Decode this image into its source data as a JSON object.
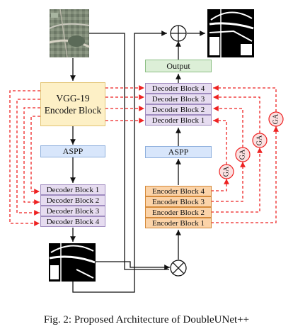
{
  "blocks": {
    "vgg_line1": "VGG-19",
    "vgg_line2": "Encoder Block",
    "aspp_left": "ASPP",
    "aspp_right": "ASPP",
    "output": "Output",
    "left_decoders": [
      "Decoder Block 1",
      "Decoder Block 2",
      "Decoder Block 3",
      "Decoder Block 4"
    ],
    "right_decoders": [
      "Decoder Block 4",
      "Decoder Block 3",
      "Decoder Block 2",
      "Decoder Block 1"
    ],
    "encoders": [
      "Encoder Block 4",
      "Encoder Block 3",
      "Encoder Block 2",
      "Encoder Block 1"
    ],
    "ga_labels": [
      "GA",
      "GA",
      "GA",
      "GA"
    ]
  },
  "caption": "Fig. 2: Proposed Architecture of DoubleUNet++",
  "colors": {
    "skip_connection": "#ee2222",
    "flow": "#111111",
    "vgg_fill": "#fdf0c6",
    "aspp_fill": "#d8e6fb",
    "decoder_fill": "#e6dcf0",
    "encoder_fill": "#fbd3a8",
    "output_fill": "#dcefd7",
    "ga_fill": "#fbe0e0"
  },
  "icons": [
    "satellite-image",
    "mask-image",
    "add-operator",
    "multiply-operator"
  ]
}
